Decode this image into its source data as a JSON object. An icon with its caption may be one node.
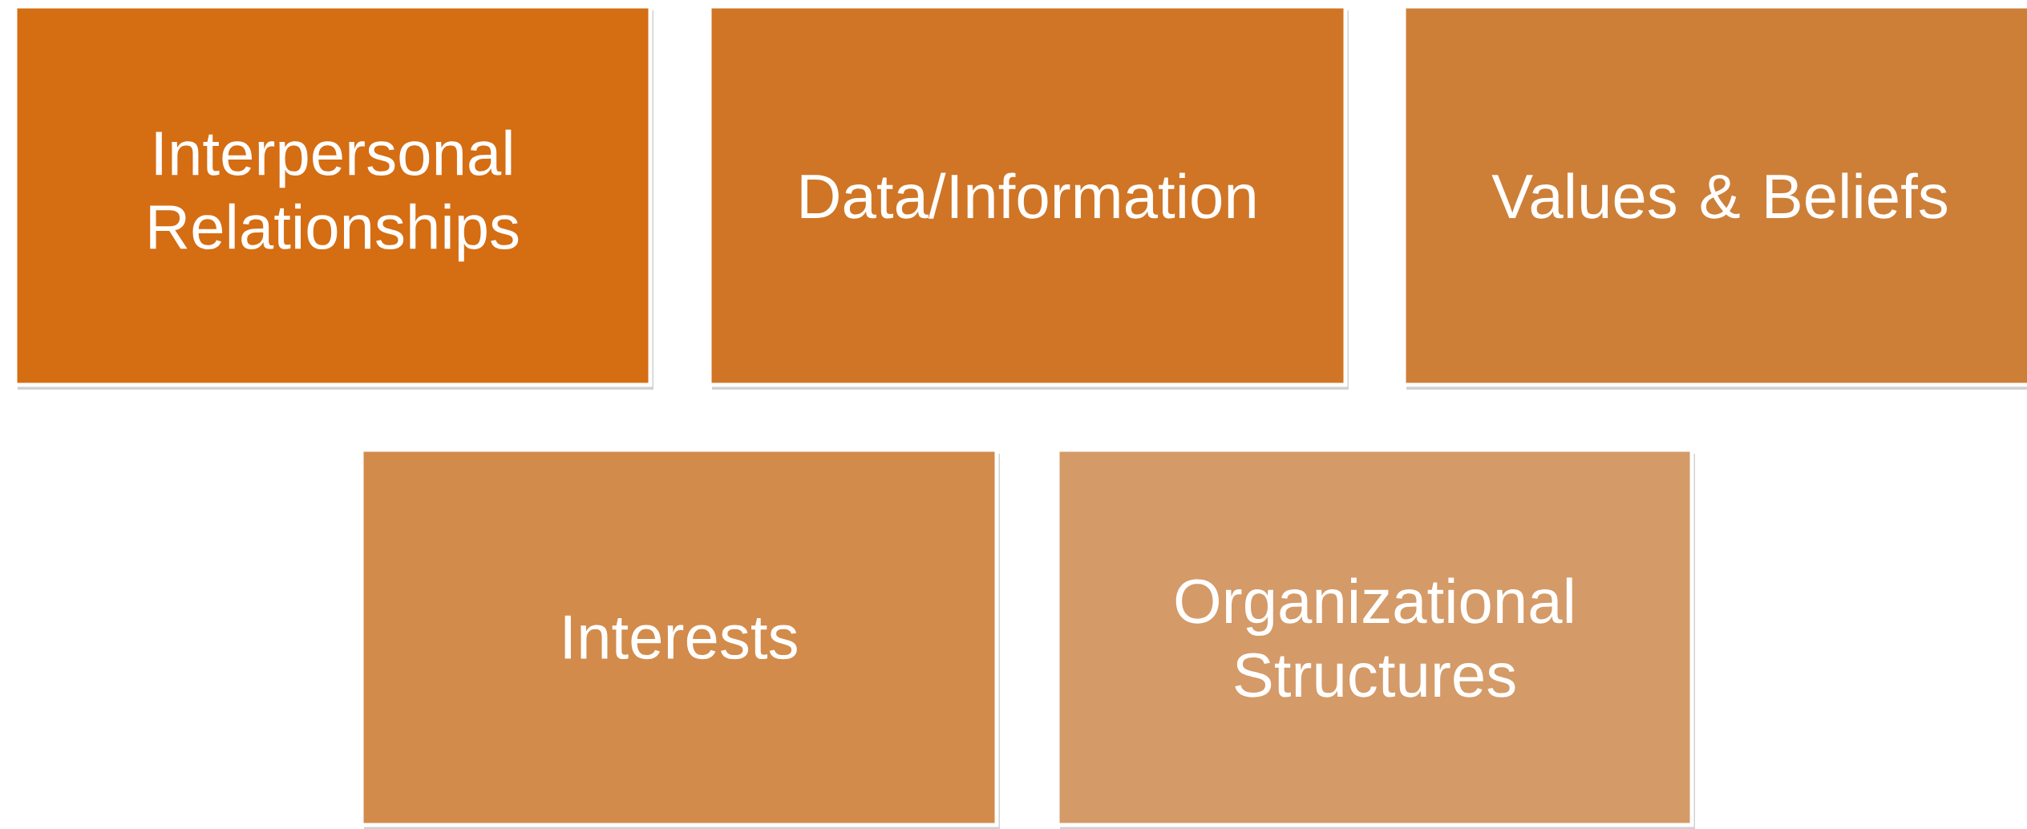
{
  "diagram": {
    "nodes": [
      {
        "text": [
          "Interpersonal Relationships"
        ]
      },
      {
        "text": [
          "Data/Information"
        ]
      },
      {
        "text": [
          "Values & Beliefs"
        ]
      },
      {
        "text": [
          "Interests"
        ]
      },
      {
        "text": [
          "Organizational Structures"
        ]
      }
    ]
  }
}
